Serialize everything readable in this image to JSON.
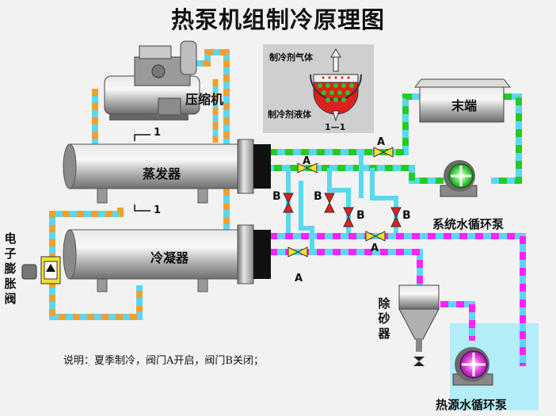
{
  "title": "热泵机组制冷原理图",
  "labels": {
    "compressor": "压缩机",
    "evaporator": "蒸发器",
    "condenser": "冷凝器",
    "terminal": "末端",
    "system_pump": "系统水循环泵",
    "heat_pump": "热源水循环泵",
    "sand_remover": "除砂器",
    "expansion_valve": "电子膨胀阀",
    "refrigerant_gas": "制冷剂气体",
    "refrigerant_liquid": "制冷剂液体",
    "section_marker": "1—1",
    "marker_1a": "1",
    "marker_1b": "1",
    "valve_a": "A",
    "valve_b": "B"
  },
  "note": "说明：夏季制冷，阀门A开启，阀门B关闭；",
  "colors": {
    "pipe_orange": "#f0a030",
    "pipe_cyan": "#5ad8f0",
    "pipe_green": "#22cc22",
    "pipe_magenta": "#ff22ff",
    "valve_yellow": "#f2e12a",
    "valve_red": "#e02020",
    "shell_gray": "#b8b8b8",
    "water_tank": "#a8ecf8"
  },
  "icons": [
    "compressor-icon",
    "evaporator-icon",
    "condenser-icon",
    "terminal-unit-icon",
    "pump-icon",
    "sand-remover-icon",
    "expansion-valve-icon",
    "gate-valve-icon",
    "separator-drum-icon"
  ]
}
